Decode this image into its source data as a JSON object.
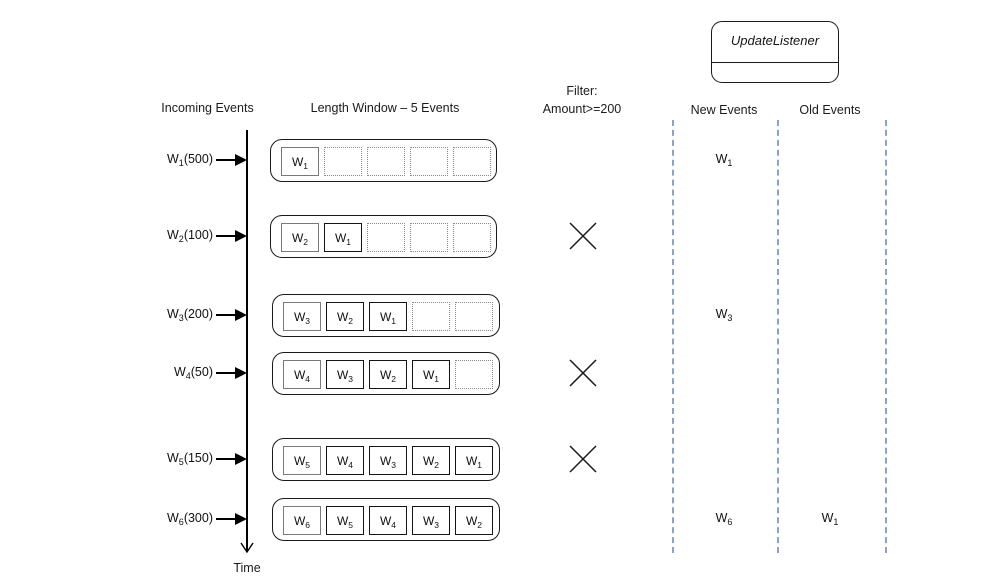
{
  "headers": {
    "incoming_events": "Incoming Events",
    "length_window": "Length Window – 5 Events",
    "filter_line1": "Filter:",
    "filter_line2": "Amount>=200",
    "new_events": "New Events",
    "old_events": "Old Events"
  },
  "listener": {
    "title": "UpdateListener"
  },
  "timeline": {
    "label": "Time"
  },
  "window_capacity": 5,
  "rows": [
    {
      "event_name": "W",
      "event_index": "1",
      "event_amount": "(500)",
      "label": "W₁(500)",
      "slots": [
        {
          "state": "filled-new",
          "name": "W",
          "index": "1"
        },
        {
          "state": "empty"
        },
        {
          "state": "empty"
        },
        {
          "state": "empty"
        },
        {
          "state": "empty"
        }
      ],
      "filtered_out": false,
      "new_event": {
        "name": "W",
        "index": "1"
      },
      "old_event": null
    },
    {
      "event_name": "W",
      "event_index": "2",
      "event_amount": "(100)",
      "label": "W₂(100)",
      "slots": [
        {
          "state": "filled-new",
          "name": "W",
          "index": "2"
        },
        {
          "state": "filled-old",
          "name": "W",
          "index": "1"
        },
        {
          "state": "empty"
        },
        {
          "state": "empty"
        },
        {
          "state": "empty"
        }
      ],
      "filtered_out": true,
      "new_event": null,
      "old_event": null
    },
    {
      "event_name": "W",
      "event_index": "3",
      "event_amount": "(200)",
      "label": "W₃(200)",
      "slots": [
        {
          "state": "filled-new",
          "name": "W",
          "index": "3"
        },
        {
          "state": "filled-old",
          "name": "W",
          "index": "2"
        },
        {
          "state": "filled-old",
          "name": "W",
          "index": "1"
        },
        {
          "state": "empty"
        },
        {
          "state": "empty"
        }
      ],
      "filtered_out": false,
      "new_event": {
        "name": "W",
        "index": "3"
      },
      "old_event": null
    },
    {
      "event_name": "W",
      "event_index": "4",
      "event_amount": "(50)",
      "label": "W₄(50)",
      "slots": [
        {
          "state": "filled-new",
          "name": "W",
          "index": "4"
        },
        {
          "state": "filled-old",
          "name": "W",
          "index": "3"
        },
        {
          "state": "filled-old",
          "name": "W",
          "index": "2"
        },
        {
          "state": "filled-old",
          "name": "W",
          "index": "1"
        },
        {
          "state": "empty"
        }
      ],
      "filtered_out": true,
      "new_event": null,
      "old_event": null
    },
    {
      "event_name": "W",
      "event_index": "5",
      "event_amount": "(150)",
      "label": "W₅(150)",
      "slots": [
        {
          "state": "filled-new",
          "name": "W",
          "index": "5"
        },
        {
          "state": "filled-old",
          "name": "W",
          "index": "4"
        },
        {
          "state": "filled-old",
          "name": "W",
          "index": "3"
        },
        {
          "state": "filled-old",
          "name": "W",
          "index": "2"
        },
        {
          "state": "filled-old",
          "name": "W",
          "index": "1"
        }
      ],
      "filtered_out": true,
      "new_event": null,
      "old_event": null
    },
    {
      "event_name": "W",
      "event_index": "6",
      "event_amount": "(300)",
      "label": "W₆(300)",
      "slots": [
        {
          "state": "filled-new",
          "name": "W",
          "index": "6"
        },
        {
          "state": "filled-old",
          "name": "W",
          "index": "5"
        },
        {
          "state": "filled-old",
          "name": "W",
          "index": "4"
        },
        {
          "state": "filled-old",
          "name": "W",
          "index": "3"
        },
        {
          "state": "filled-old",
          "name": "W",
          "index": "2"
        }
      ],
      "filtered_out": false,
      "new_event": {
        "name": "W",
        "index": "6"
      },
      "old_event": {
        "name": "W",
        "index": "1"
      }
    }
  ],
  "colors": {
    "lifeline": "#8aa3ce",
    "new_slot_border": "#7a7a7a",
    "old_slot_border": "#141414",
    "empty_slot_border": "#8a8a8a",
    "ink": "#111111"
  }
}
